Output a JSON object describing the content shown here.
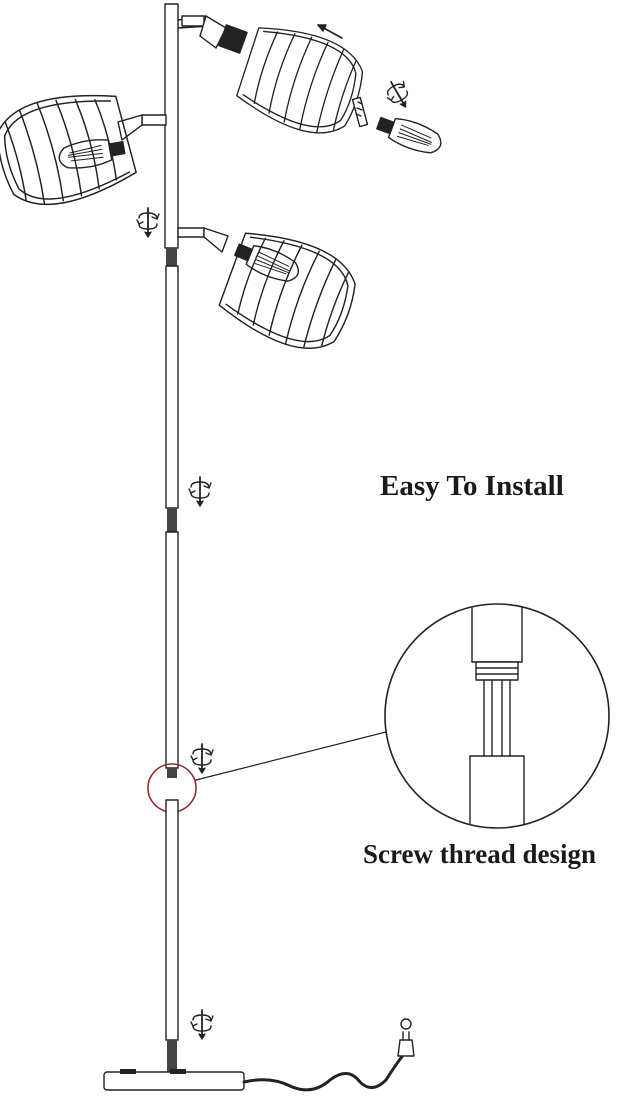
{
  "labels": {
    "title": "Easy To Install",
    "detail": "Screw thread design"
  },
  "colors": {
    "line": "#222222",
    "highlight_circle": "#9b2b2b",
    "background": "#ffffff"
  },
  "icons": [
    "rotate-arrow-icon",
    "direction-arrow-icon",
    "lamp-shade",
    "light-bulb",
    "power-plug"
  ]
}
